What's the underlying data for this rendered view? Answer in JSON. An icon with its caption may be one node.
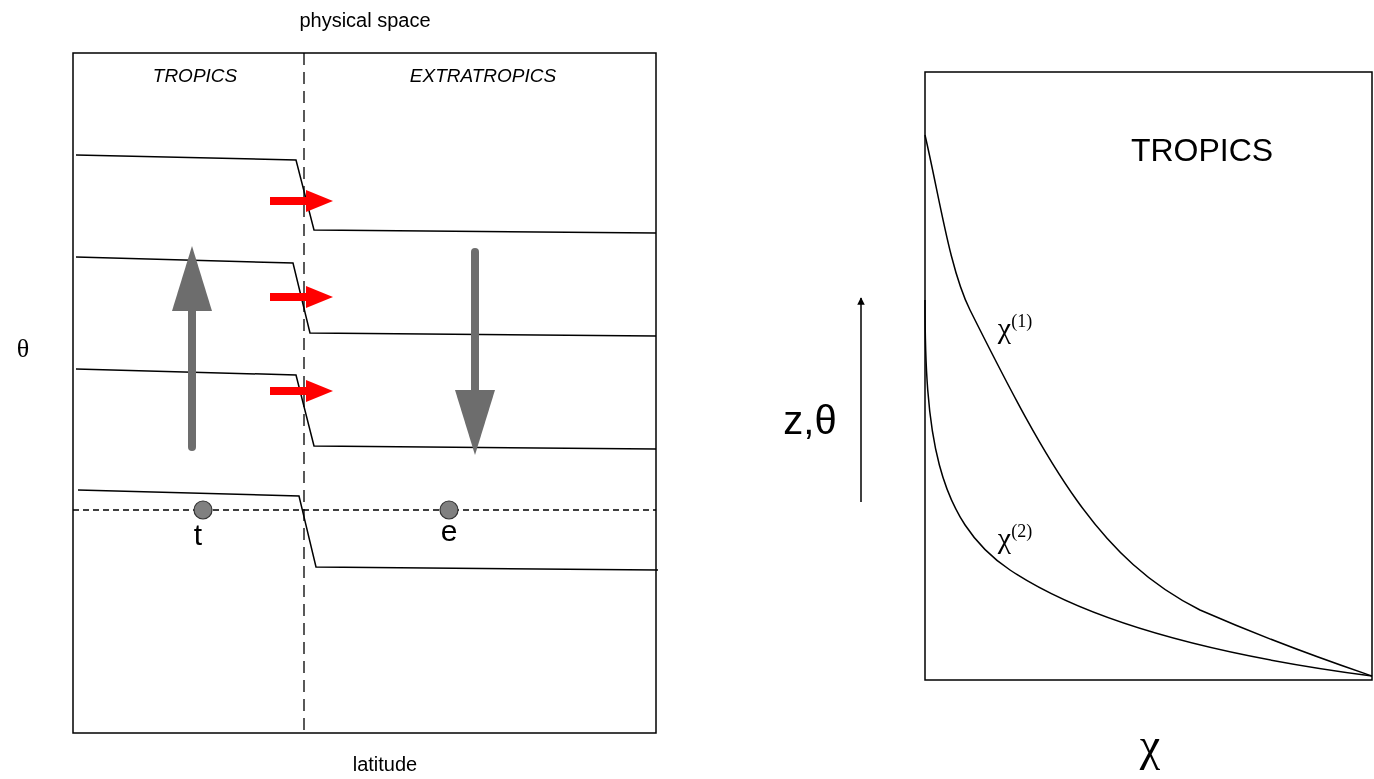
{
  "diagram": {
    "labels": [
      "physical space",
      "TROPICS",
      "EXTRATROPICS",
      "θ",
      "t",
      "e",
      "latitude",
      "TROPICS",
      "z,θ",
      "χ$^{(1)}$",
      "χ$^{(2)}$",
      "χ"
    ]
  }
}
